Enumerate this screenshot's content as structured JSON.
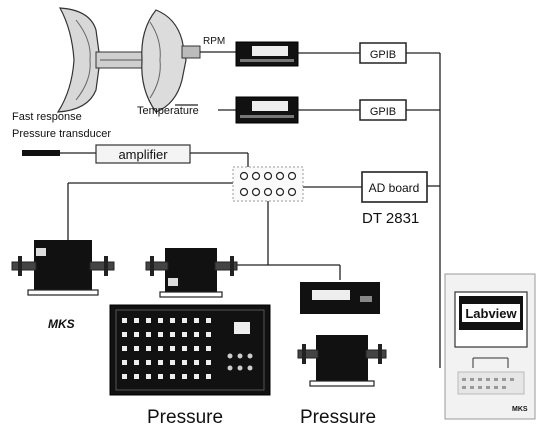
{
  "labels": {
    "rpm": "RPM",
    "temperature": "Temperature",
    "gpib_1": "GPIB",
    "gpib_2": "GPIB",
    "transducer_line1": "Fast response",
    "transducer_line2": "Pressure transducer",
    "amplifier": "amplifier",
    "ad_board": "AD board",
    "dt_model": "DT 2831",
    "mks": "MKS",
    "pressure_1": "Pressure",
    "pressure_2": "Pressure",
    "labview": "Labview",
    "labview_brand": "MKS"
  }
}
